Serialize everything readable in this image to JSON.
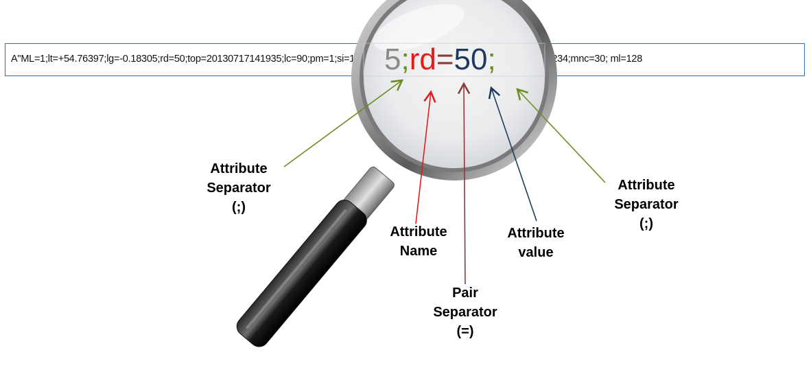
{
  "record_string": "A\"ML=1;lt=+54.76397;lg=-0.18305;rd=50;top=20130717141935;lc=90;pm=1;si=12345678912345;ei=1234567890123456;mcc=234;mnc=30; ml=128",
  "zoomed": {
    "prev_char": "5",
    "sep1": ";",
    "name": "rd",
    "eq": "=",
    "value": "50",
    "sep2": ";"
  },
  "colors": {
    "attribute_name": "#e31b1b",
    "pair_separator": "#8b3a3a",
    "attribute_value": "#1f3a5f",
    "attribute_separator": "#6b8e23",
    "muted": "#8a8a8a",
    "border": "#2e6fa8"
  },
  "labels": {
    "attr_sep_left": [
      "Attribute",
      "Separator",
      "(;)"
    ],
    "attr_name": [
      "Attribute",
      "Name"
    ],
    "pair_sep": [
      "Pair",
      "Separator",
      "(=)"
    ],
    "attr_value": [
      "Attribute",
      "value"
    ],
    "attr_sep_right": [
      "Attribute",
      "Separator",
      "(;)"
    ]
  },
  "icons": [
    "magnifying-glass-icon"
  ]
}
